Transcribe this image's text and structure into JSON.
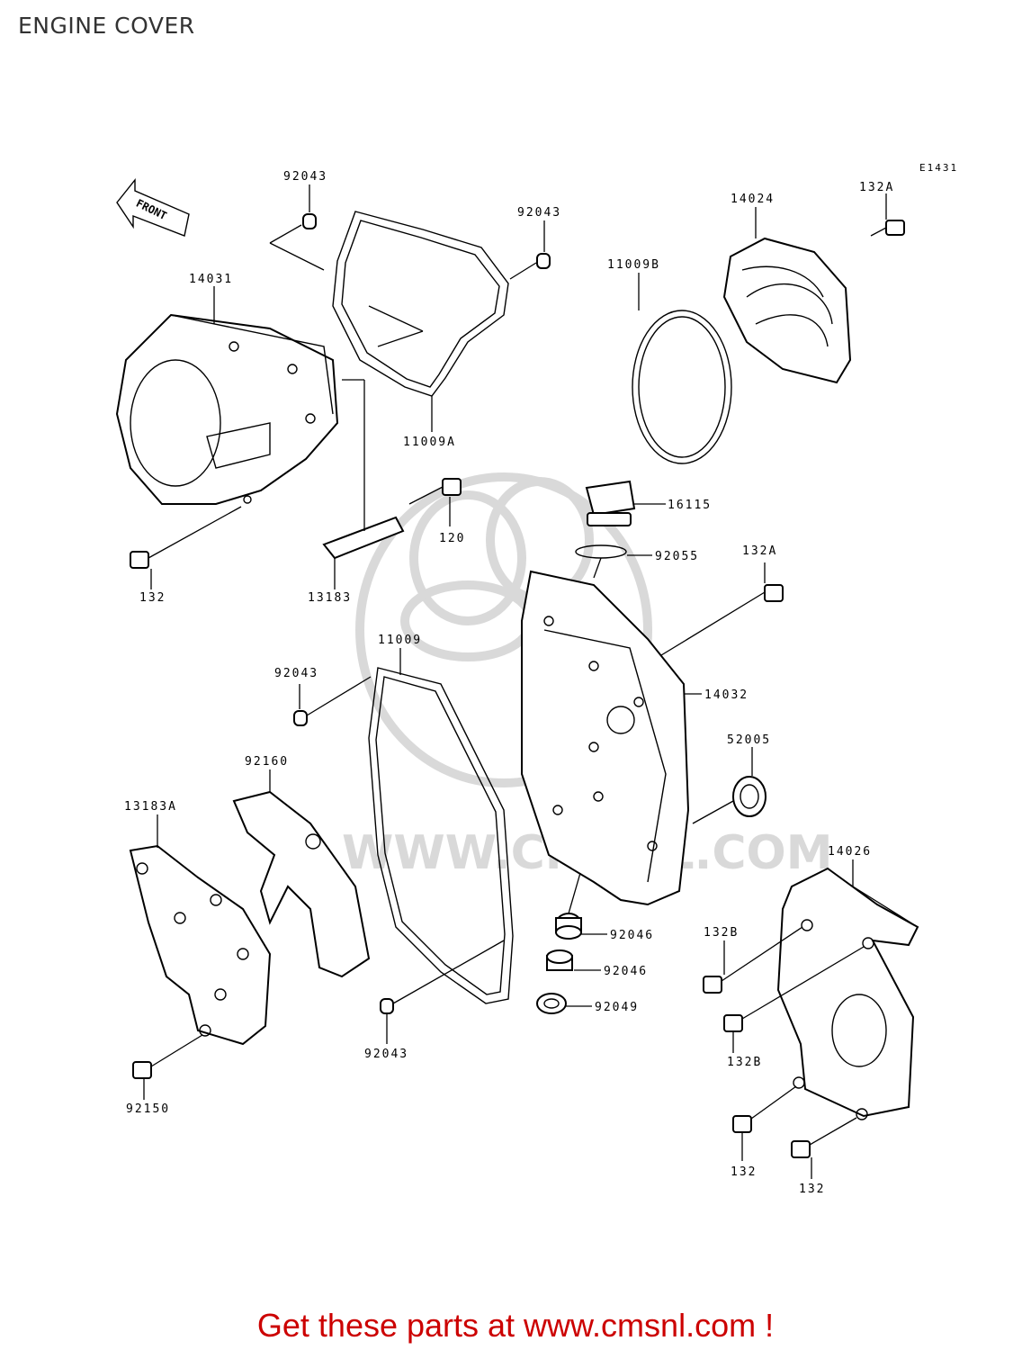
{
  "page": {
    "title": "ENGINE COVER"
  },
  "diagram": {
    "ref_code": "E1431",
    "front_label": "FRONT",
    "watermark": "WWW.CMSNL.COM",
    "parts": [
      {
        "id": "p0",
        "label": "92043"
      },
      {
        "id": "p1",
        "label": "92043"
      },
      {
        "id": "p2",
        "label": "14024"
      },
      {
        "id": "p3",
        "label": "132A"
      },
      {
        "id": "p4",
        "label": "14031"
      },
      {
        "id": "p5",
        "label": "11009B"
      },
      {
        "id": "p6",
        "label": "11009A"
      },
      {
        "id": "p7",
        "label": "16115"
      },
      {
        "id": "p8",
        "label": "120"
      },
      {
        "id": "p9",
        "label": "92055"
      },
      {
        "id": "p10",
        "label": "132"
      },
      {
        "id": "p11",
        "label": "13183"
      },
      {
        "id": "p12",
        "label": "132A"
      },
      {
        "id": "p13",
        "label": "11009"
      },
      {
        "id": "p14",
        "label": "92043"
      },
      {
        "id": "p15",
        "label": "14032"
      },
      {
        "id": "p16",
        "label": "52005"
      },
      {
        "id": "p17",
        "label": "92160"
      },
      {
        "id": "p18",
        "label": "13183A"
      },
      {
        "id": "p19",
        "label": "14026"
      },
      {
        "id": "p20",
        "label": "132B"
      },
      {
        "id": "p21",
        "label": "92046"
      },
      {
        "id": "p22",
        "label": "92046"
      },
      {
        "id": "p23",
        "label": "92049"
      },
      {
        "id": "p24",
        "label": "92043"
      },
      {
        "id": "p25",
        "label": "132B"
      },
      {
        "id": "p26",
        "label": "92150"
      },
      {
        "id": "p27",
        "label": "132"
      },
      {
        "id": "p28",
        "label": "132"
      }
    ]
  },
  "footer": {
    "text": "Get these parts at www.cmsnl.com !"
  }
}
